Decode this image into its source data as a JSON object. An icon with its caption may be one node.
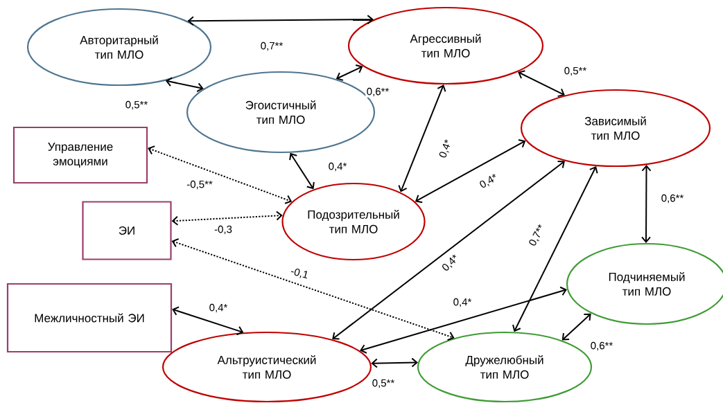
{
  "diagram": {
    "nodes": [
      {
        "text": [
          "Авторитарный тип МЛО"
        ]
      },
      {
        "text": [
          "Агрессивный тип МЛО"
        ]
      },
      {
        "text": [
          "Эгоистичный тип МЛО"
        ]
      },
      {
        "text": [
          "Зависимый тип МЛО"
        ]
      },
      {
        "text": [
          "Управление эмоциями"
        ]
      },
      {
        "text": [
          "Подозрительный тип МЛО"
        ]
      },
      {
        "text": [
          "ЭИ"
        ]
      },
      {
        "text": [
          "Подчиняемый тип МЛО"
        ]
      },
      {
        "text": [
          "Межличностный ЭИ"
        ]
      },
      {
        "text": [
          "Альтруистический тип МЛО"
        ]
      },
      {
        "text": [
          "Дружелюбный тип МЛО"
        ]
      }
    ],
    "edges": [
      {
        "from": 0,
        "to": 1,
        "arrow": "both",
        "label": "0,7**"
      },
      {
        "from": 0,
        "to": 2,
        "arrow": "both",
        "label": "0,5**"
      },
      {
        "from": 2,
        "to": 1,
        "arrow": "both",
        "label": "0,6**"
      },
      {
        "from": 1,
        "to": 3,
        "arrow": "both",
        "label": "0,5**"
      },
      {
        "from": 1,
        "to": 5,
        "arrow": "both",
        "label": "0,4*"
      },
      {
        "from": 2,
        "to": 5,
        "arrow": "both",
        "label": "0,4*"
      },
      {
        "from": 3,
        "to": 5,
        "arrow": "both",
        "label": "0,4*"
      },
      {
        "from": 4,
        "to": 5,
        "arrow": "both",
        "label": "-0,5**",
        "style": "dashed"
      },
      {
        "from": 6,
        "to": 5,
        "arrow": "both",
        "label": "-0,3",
        "style": "dashed"
      },
      {
        "from": 6,
        "to": 10,
        "arrow": "both",
        "label": "-0,1",
        "style": "dashed"
      },
      {
        "from": 3,
        "to": 9,
        "arrow": "both",
        "label": "0,4*"
      },
      {
        "from": 3,
        "to": 10,
        "arrow": "both",
        "label": "0,7**"
      },
      {
        "from": 3,
        "to": 7,
        "arrow": "both",
        "label": "0,6**"
      },
      {
        "from": 8,
        "to": 9,
        "arrow": "both",
        "label": "0,4*"
      },
      {
        "from": 9,
        "to": 7,
        "arrow": "both",
        "label": "0,4*"
      },
      {
        "from": 9,
        "to": 10,
        "arrow": "both",
        "label": "0,5**"
      },
      {
        "from": 10,
        "to": 7,
        "arrow": "both",
        "label": "0,6**"
      }
    ]
  }
}
